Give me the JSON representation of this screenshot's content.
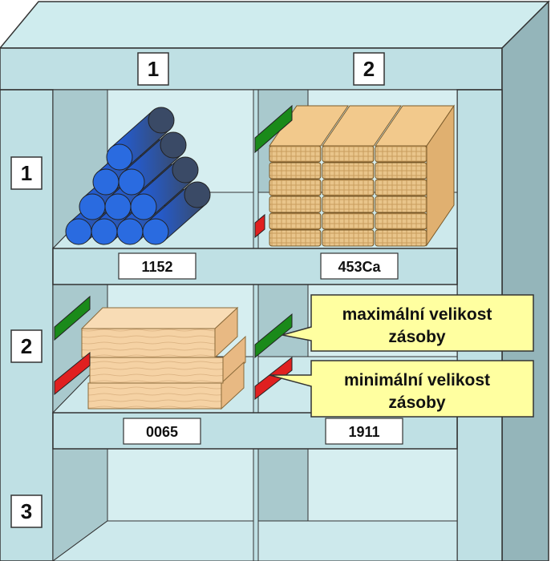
{
  "columns": [
    "1",
    "2"
  ],
  "rows": [
    "1",
    "2",
    "3"
  ],
  "bins": [
    {
      "code": "1152",
      "contents": "blue-pipes"
    },
    {
      "code": "453Ca",
      "contents": "sacks"
    },
    {
      "code": "0065",
      "contents": "wooden-boards"
    },
    {
      "code": "1911",
      "contents": "empty"
    }
  ],
  "callouts": {
    "max": {
      "line1": "maximální velikost",
      "line2": "zásoby"
    },
    "min": {
      "line1": "minimální velikost",
      "line2": "zásoby"
    }
  },
  "colors": {
    "shelf": "#c8e6ea",
    "shelf_dark": "#8fb3b8",
    "outline": "#333333",
    "max_marker": "#1a8a1a",
    "min_marker": "#e02020",
    "callout_fill": "#ffffa0",
    "pipe": "#2a6be0",
    "wood": "#f2c998"
  }
}
